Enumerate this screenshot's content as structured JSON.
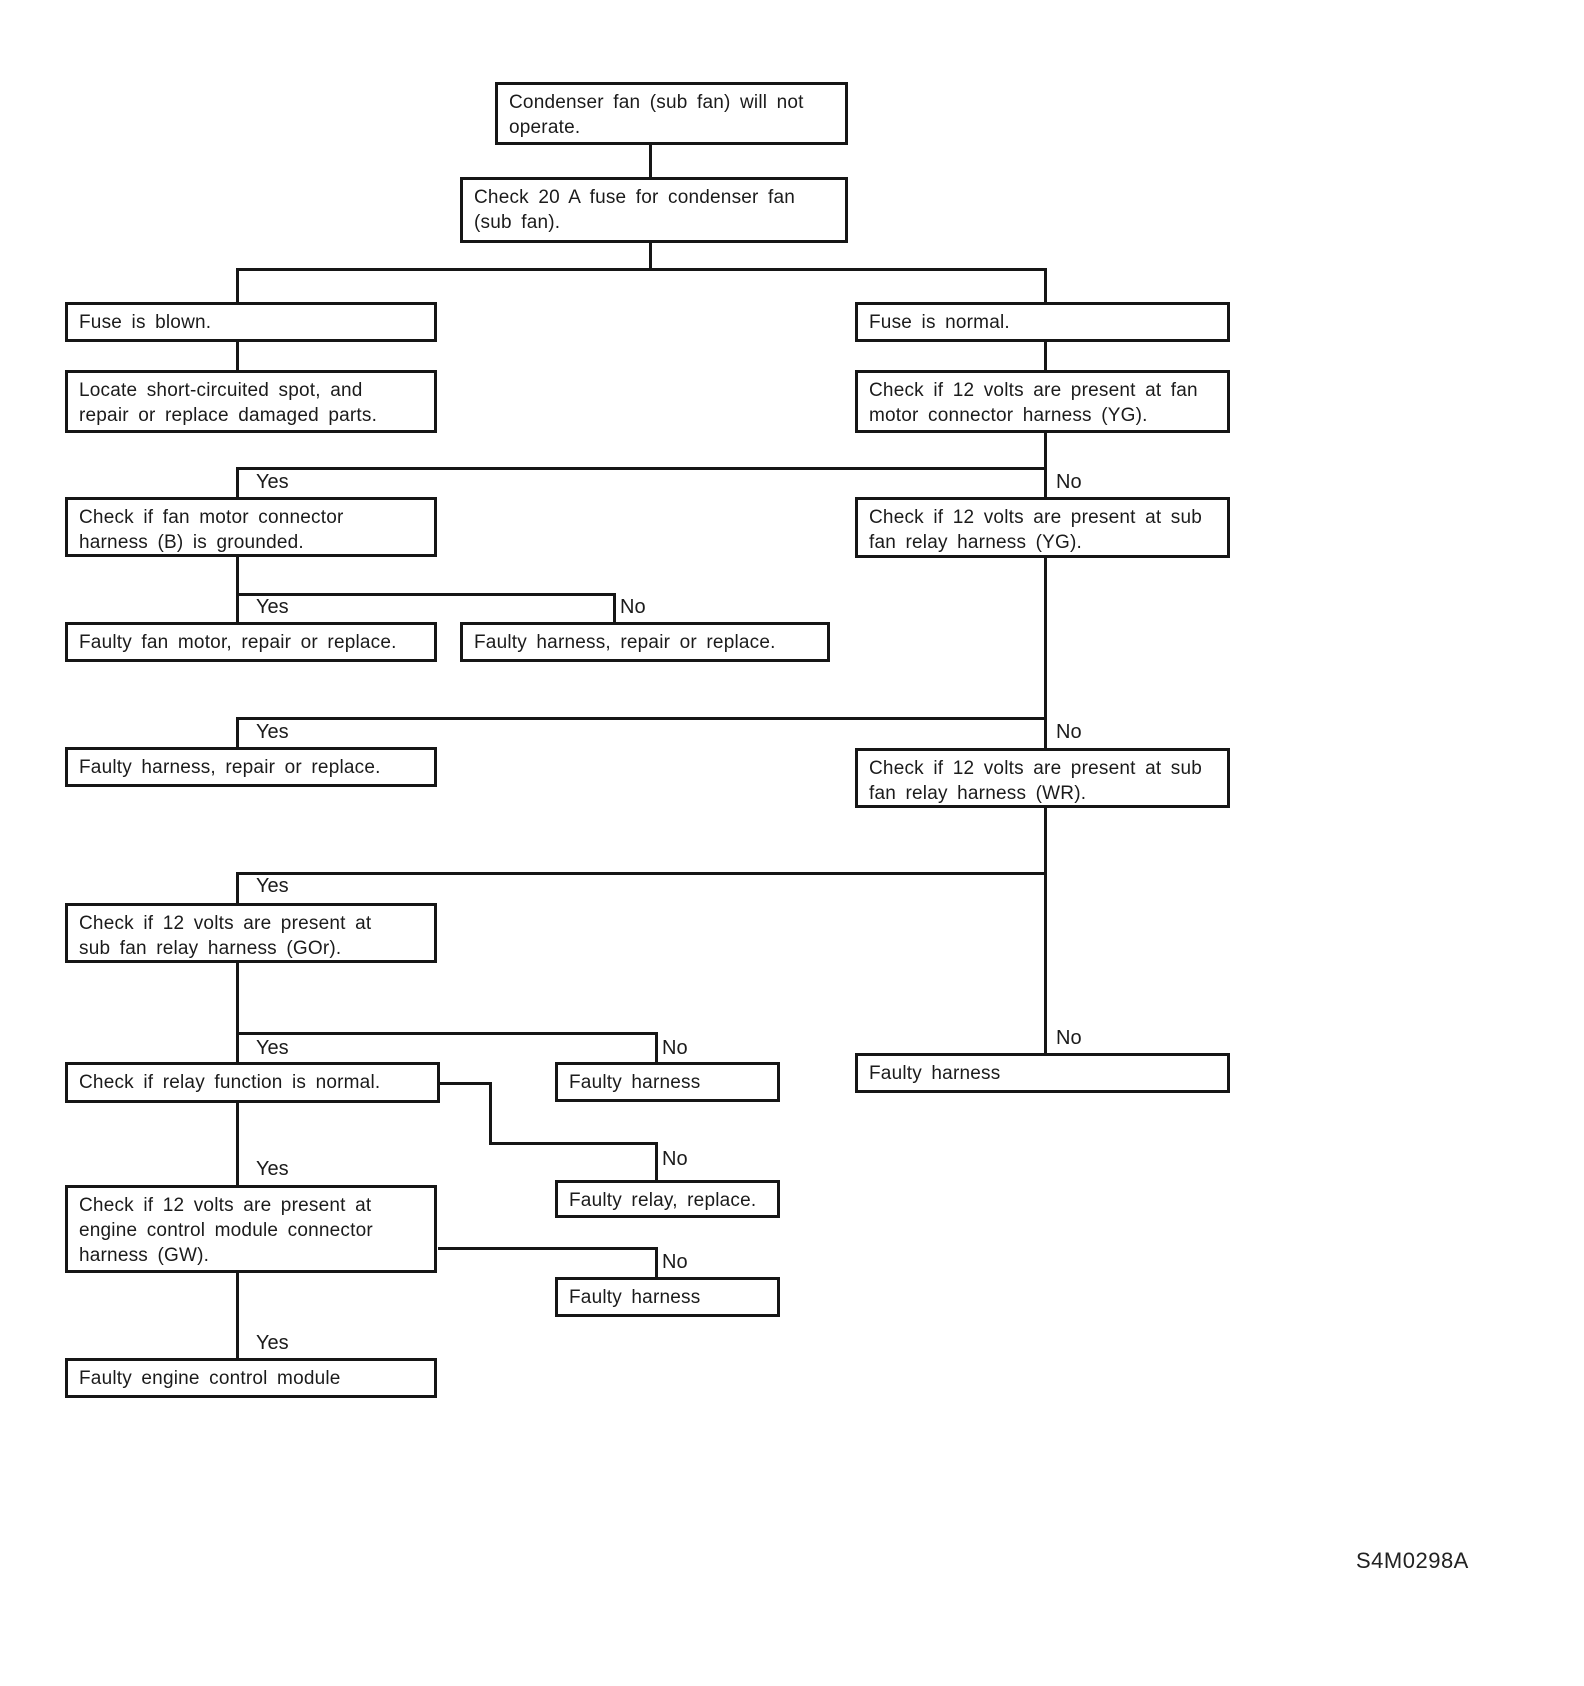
{
  "diagram": {
    "code": "S4M0298A",
    "labels": {
      "yes": "Yes",
      "no": "No"
    },
    "nodes": {
      "start": {
        "text": "Condenser fan (sub fan) will not\noperate."
      },
      "check_fuse": {
        "text": "Check 20 A fuse for condenser fan\n(sub fan)."
      },
      "fuse_blown": {
        "text": "Fuse is blown."
      },
      "fuse_normal": {
        "text": "Fuse is normal."
      },
      "locate_short": {
        "text": "Locate short-circuited spot, and\nrepair or replace damaged parts."
      },
      "check_fan_motor_12v": {
        "text": "Check if 12 volts are present at fan\nmotor connector harness (YG)."
      },
      "check_harness_grounded": {
        "text": "Check if fan motor connector\nharness (B) is grounded."
      },
      "check_sub_relay_yg": {
        "text": "Check if 12 volts are present at sub\nfan relay harness (YG)."
      },
      "faulty_fan_motor": {
        "text": "Faulty fan motor, repair or replace."
      },
      "faulty_harness_repair_mid": {
        "text": "Faulty harness, repair or replace."
      },
      "faulty_harness_repair_left": {
        "text": "Faulty harness, repair or replace."
      },
      "check_sub_relay_wr": {
        "text": "Check if 12 volts are present at sub\nfan relay harness (WR)."
      },
      "check_sub_relay_gor": {
        "text": "Check if 12 volts are present at\nsub fan relay harness (GOr)."
      },
      "faulty_harness_right": {
        "text": "Faulty harness"
      },
      "check_relay_function": {
        "text": "Check if relay function is normal."
      },
      "faulty_harness_mid1": {
        "text": "Faulty harness"
      },
      "faulty_relay": {
        "text": "Faulty relay, replace."
      },
      "check_ecm_gw": {
        "text": "Check if 12 volts are present at\nengine control module connector\nharness (GW)."
      },
      "faulty_harness_mid2": {
        "text": "Faulty harness"
      },
      "faulty_ecm": {
        "text": "Faulty engine control module"
      }
    }
  }
}
